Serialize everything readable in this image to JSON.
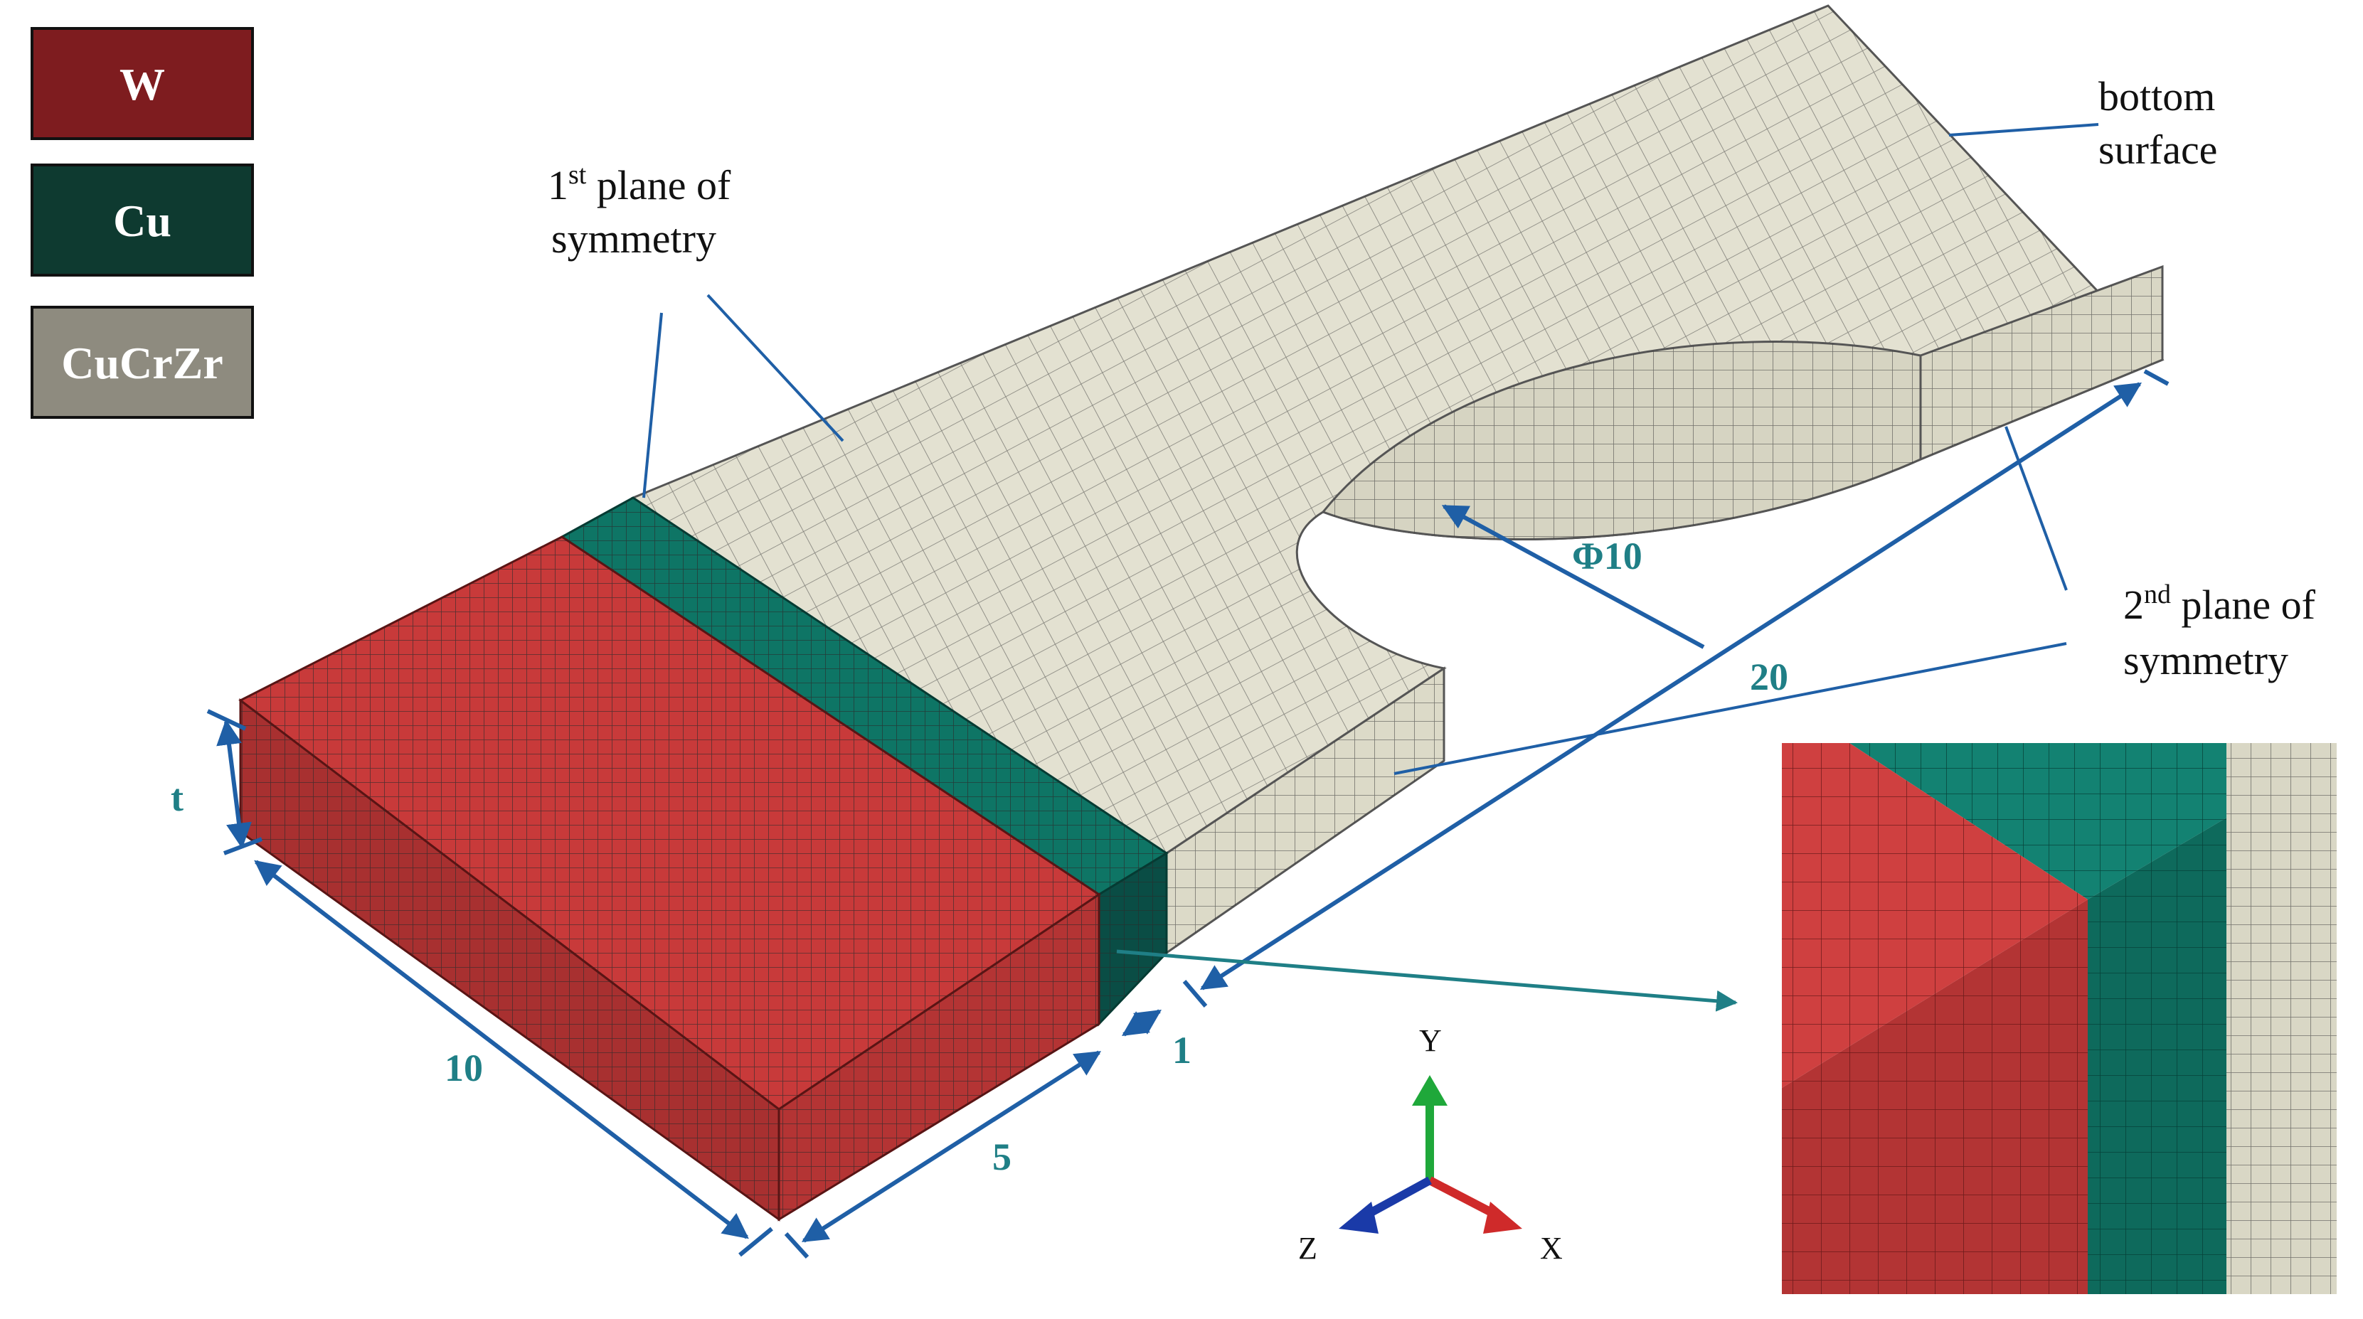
{
  "colors": {
    "tungsten": "#C83A3A",
    "tungsten_dark": "#9E2A2A",
    "copper": "#0E7565",
    "copper_dark": "#0A4D45",
    "cucrzr": "#E3E1D1",
    "cucrzr_dark": "#CFCDBB",
    "mesh_line": "#2b2b2b",
    "leader": "#1f5fa6",
    "dimension_text": "#1f7f86"
  },
  "legend": [
    {
      "label": "W",
      "color": "#7E1C1F"
    },
    {
      "label": "Cu",
      "color": "#0E3A30"
    },
    {
      "label": "CuCrZr",
      "color": "#8E8B7F"
    }
  ],
  "annotations": {
    "first_plane": {
      "line1_base": "1",
      "line1_sup": "st",
      "line1_rest": " plane of",
      "line2": "symmetry"
    },
    "second_plane": {
      "line1_base": "2",
      "line1_sup": "nd",
      "line1_rest": " plane of",
      "line2": "symmetry"
    },
    "bottom_surface": {
      "line1": "bottom",
      "line2": "surface"
    }
  },
  "dimensions": {
    "thickness": "t",
    "length_w": "10",
    "width_w": "5",
    "width_cu": "1",
    "length_total": "20",
    "hole_diameter": "Φ10"
  },
  "axes": {
    "x": "X",
    "y": "Y",
    "z": "Z"
  },
  "icons": {
    "axis_triad": "xyz-triad-icon",
    "zoom_arrow": "arrow-right-icon"
  }
}
